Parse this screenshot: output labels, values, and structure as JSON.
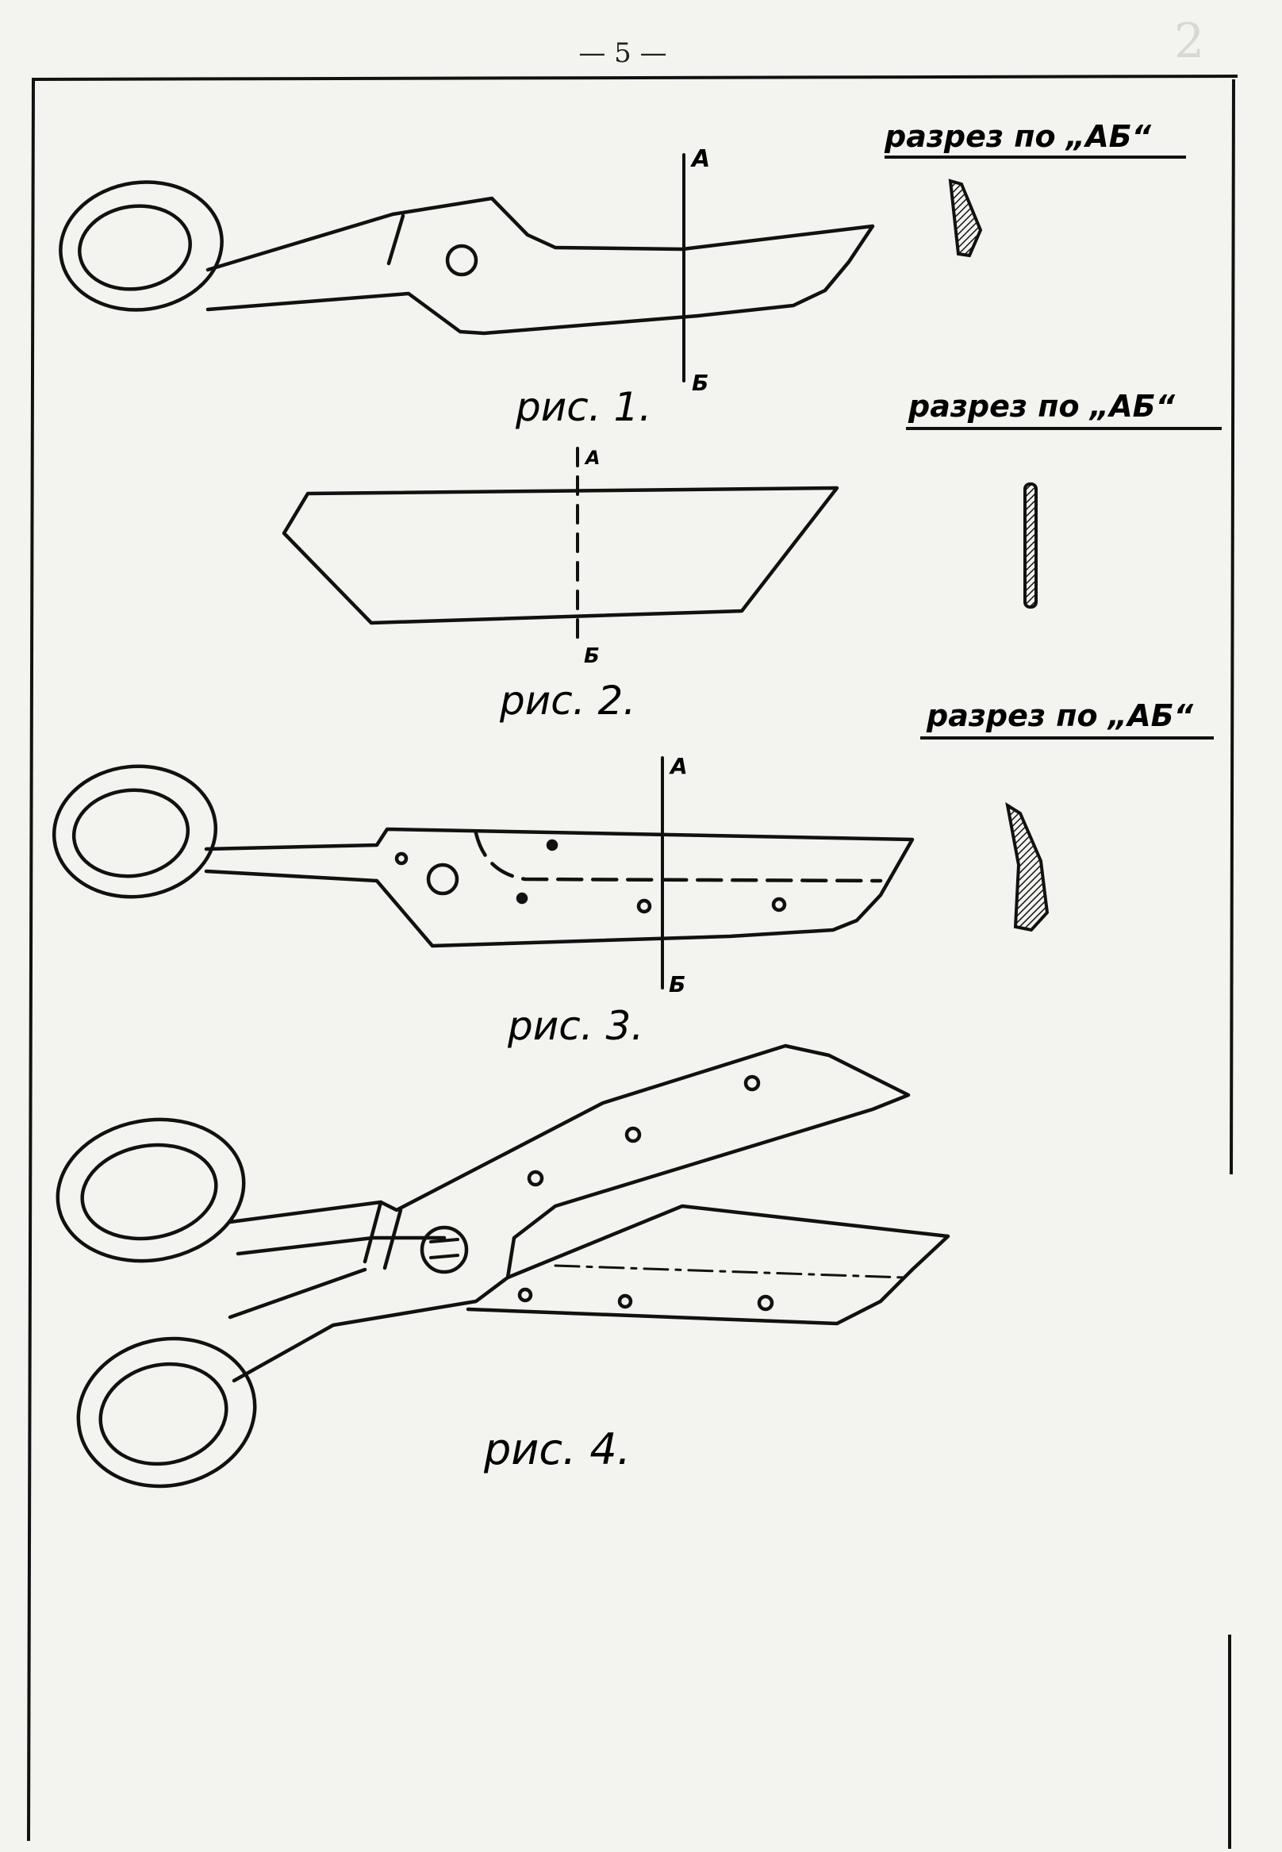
{
  "page_number": "— 5 —",
  "corner_mark": "2",
  "figures": [
    {
      "caption": "рис. 1.",
      "label_a": "А",
      "label_b": "Б",
      "section_label": "разрез по „АБ“"
    },
    {
      "caption": "рис. 2.",
      "label_a": "А",
      "label_b": "Б",
      "section_label": "разрез по „АБ“"
    },
    {
      "caption": "рис. 3.",
      "label_a": "А",
      "label_b": "Б",
      "section_label": "разрез по „АБ“"
    },
    {
      "caption": "рис. 4."
    }
  ]
}
